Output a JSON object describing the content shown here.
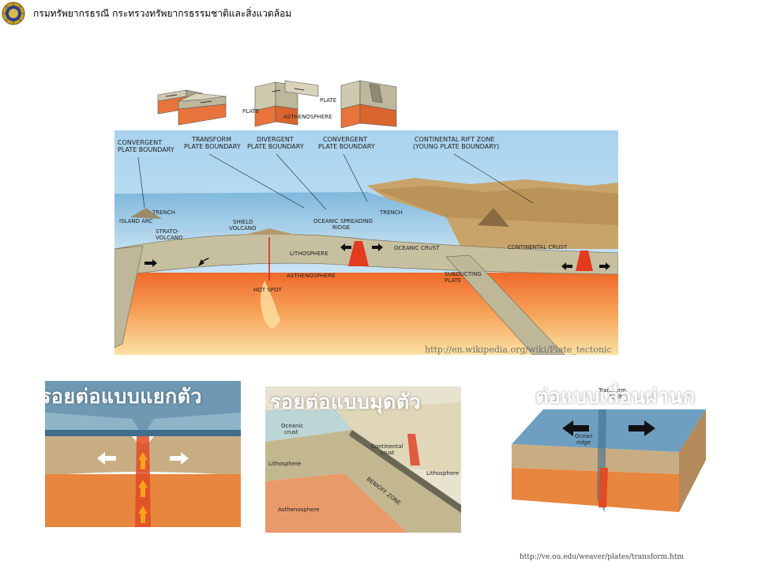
{
  "header": {
    "title": "กรมทรัพยากรธรณี  กระทรวงทรัพยากรธรรมชาติและสิ่งแวดล้อม"
  },
  "main_diagram": {
    "labels": {
      "convergent_left": [
        "CONVERGENT",
        "PLATE BOUNDARY"
      ],
      "transform": [
        "TRANSFORM",
        "PLATE BOUNDARY"
      ],
      "divergent": [
        "DIVERGENT",
        "PLATE BOUNDARY"
      ],
      "convergent_right": [
        "CONVERGENT",
        "PLATE BOUNDARY"
      ],
      "rift": [
        "CONTINENTAL RIFT ZONE",
        "(YOUNG PLATE BOUNDARY)"
      ],
      "trench_left": "TRENCH",
      "island_arc": "ISLAND ARC",
      "strato_volcano": [
        "STRATO-",
        "VOLCANO"
      ],
      "shield_volcano": [
        "SHIELD",
        "VOLCANO"
      ],
      "oceanic_ridge": [
        "OCEANIC SPREADING",
        "RIDGE"
      ],
      "trench_right": "TRENCH",
      "oceanic_crust": "OCEANIC CRUST",
      "continental_crust": "CONTINENTAL CRUST",
      "lithosphere": "LITHOSPHERE",
      "asthenosphere": "ASTHENOSPHERE",
      "hot_spot": "HOT SPOT",
      "subducting_plate": [
        "SUBDUCTING",
        "PLATE"
      ]
    },
    "source": "http://en.wikipedia.org/wiki/Plate_tectonic"
  },
  "top_blocks": {
    "plate_left": "PLATE",
    "plate_right": "PLATE",
    "asthenosphere": "ASTHENOSPHERE"
  },
  "panels": {
    "divergent": {
      "caption": "รอยต่อแบบแยกตัว"
    },
    "convergent": {
      "caption": "รอยต่อแบบมุดตัว",
      "labels": {
        "oceanic_crust": [
          "Oceanic",
          "crust"
        ],
        "continental_crust": [
          "Continental",
          "crust"
        ],
        "lithosphere_left": "Lithosphere",
        "lithosphere_right": "Lithosphere",
        "asthenosphere": "Asthenosphere",
        "benioff": "BENIOFF ZONE"
      }
    },
    "transform": {
      "caption": "ต่อแบบเลื่อนผ่านก",
      "labels": {
        "fault": [
          "Transform",
          "fault"
        ],
        "ridge": [
          "Ocean",
          "ridge"
        ]
      }
    }
  },
  "footer": {
    "source": "http://ve.ou.edu/weaver/plates/transform.htm"
  }
}
